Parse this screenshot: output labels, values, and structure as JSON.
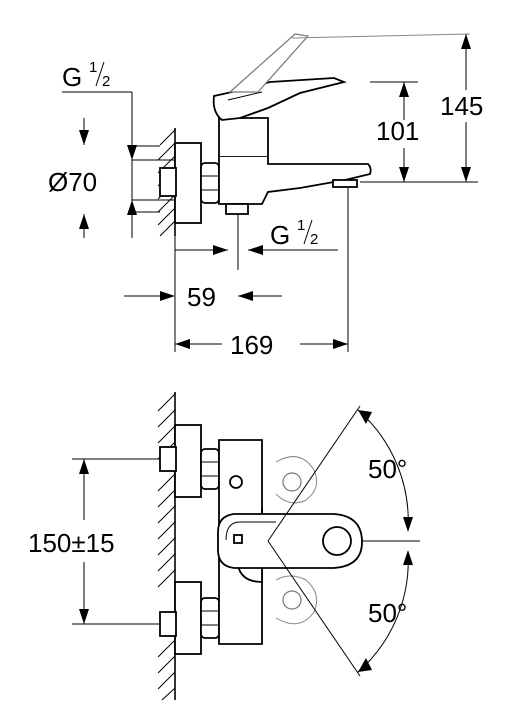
{
  "labels": {
    "thread_top_main": "G",
    "thread_top_num": "1",
    "thread_top_den": "2",
    "thread_mid_main": "G",
    "thread_mid_num": "1",
    "thread_mid_den": "2",
    "diameter": "Ø70",
    "dim_101": "101",
    "dim_145": "145",
    "dim_59": "59",
    "dim_169": "169",
    "dim_150": "150±15",
    "angle_top": "50°",
    "angle_bottom": "50°"
  }
}
